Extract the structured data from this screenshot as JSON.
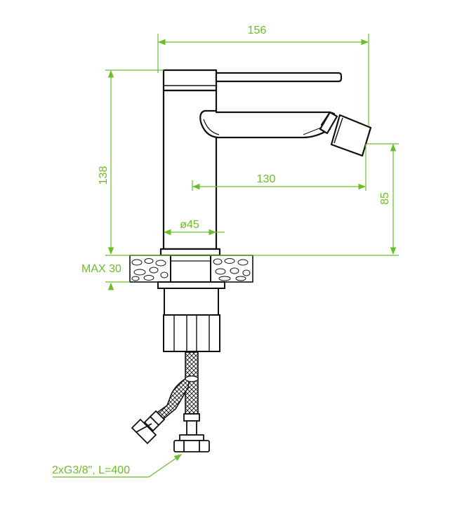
{
  "colors": {
    "dimension": "#6cbd2a",
    "outline": "#111111",
    "stone_fill": "#ffffff"
  },
  "dimensions": {
    "total_width": "156",
    "total_height": "138",
    "spout_reach": "130",
    "spout_height": "85",
    "body_diameter": "ø45",
    "max_countertop": "MAX 30",
    "hoses": "2xG3/8\", L=400"
  }
}
